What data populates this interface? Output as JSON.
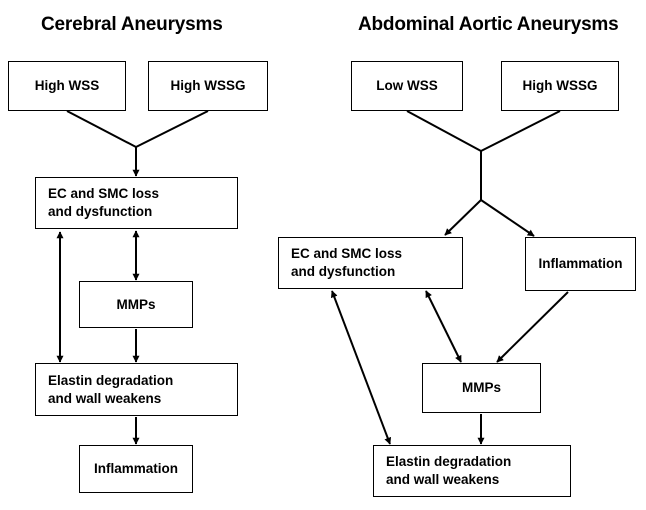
{
  "diagram": {
    "left": {
      "title": "Cerebral Aneurysms",
      "nodes": {
        "high_wss": "High WSS",
        "high_wssg": "High WSSG",
        "ec_smc_line1": "EC and SMC loss",
        "ec_smc_line2": "and dysfunction",
        "mmps": "MMPs",
        "elastin_line1": "Elastin degradation",
        "elastin_line2": "and wall weakens",
        "inflammation": "Inflammation"
      }
    },
    "right": {
      "title": "Abdominal Aortic Aneurysms",
      "nodes": {
        "low_wss": "Low WSS",
        "high_wssg": "High WSSG",
        "ec_smc_line1": "EC and SMC loss",
        "ec_smc_line2": "and dysfunction",
        "inflammation": "Inflammation",
        "mmps": "MMPs",
        "elastin_line1": "Elastin degradation",
        "elastin_line2": "and wall weakens"
      }
    }
  }
}
